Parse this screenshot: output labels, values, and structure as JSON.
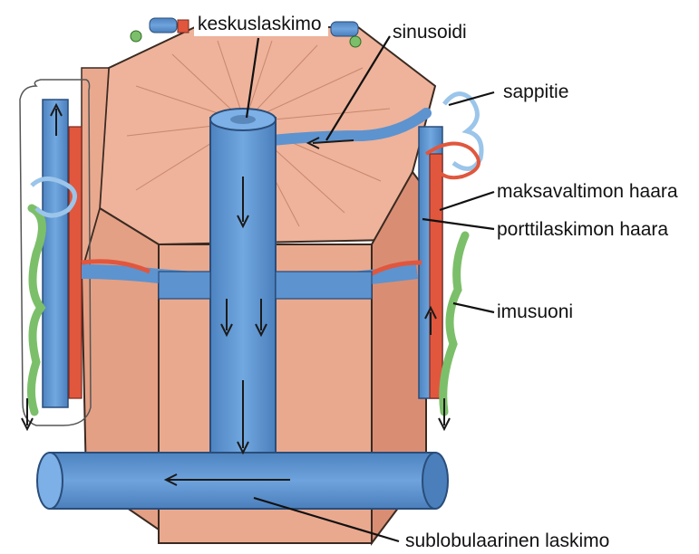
{
  "labels": {
    "central_vein": "keskuslaskimo",
    "sinusoid": "sinusoidi",
    "bile_duct": "sappitie",
    "hepatic_artery_branch": "maksavaltimon haara",
    "portal_vein_branch": "porttilaskimon haara",
    "lymph_vessel": "imusuoni",
    "sublobular_vein": "sublobulaarinen laskimo"
  },
  "colors": {
    "lobule": "#e9a98f",
    "lobule_dark": "#d98e74",
    "vein": "#5d93cf",
    "artery": "#e0573e",
    "lymph": "#7cbf6a",
    "bile": "#9bc5ea",
    "outline": "#333333"
  }
}
